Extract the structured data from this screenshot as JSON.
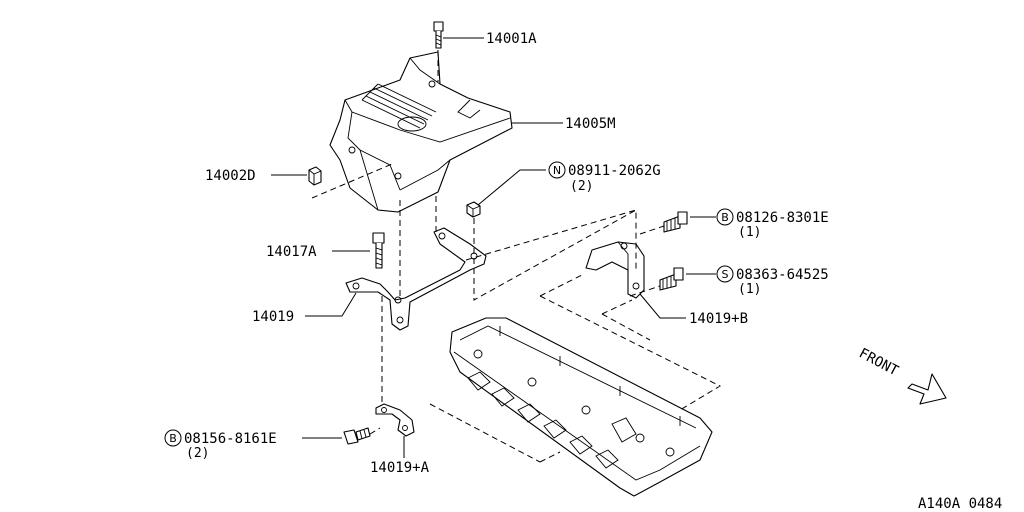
{
  "diagram_id": "A140A 0484",
  "parts": [
    {
      "id": "p14001A",
      "label": "14001A"
    },
    {
      "id": "p14005M",
      "label": "14005M"
    },
    {
      "id": "p14002D",
      "label": "14002D"
    },
    {
      "id": "p08911",
      "prefix": "N",
      "label": "08911-2062G",
      "qty": "(2)"
    },
    {
      "id": "p08126",
      "prefix": "B",
      "label": "08126-8301E",
      "qty": "(1)"
    },
    {
      "id": "p14017A",
      "label": "14017A"
    },
    {
      "id": "p08363",
      "prefix": "S",
      "label": "08363-64525",
      "qty": "(1)"
    },
    {
      "id": "p14019",
      "label": "14019"
    },
    {
      "id": "p14019B",
      "label": "14019+B"
    },
    {
      "id": "p08156",
      "prefix": "B",
      "label": "08156-8161E",
      "qty": "(2)"
    },
    {
      "id": "p14019A",
      "label": "14019+A"
    }
  ],
  "front_label": "FRONT"
}
